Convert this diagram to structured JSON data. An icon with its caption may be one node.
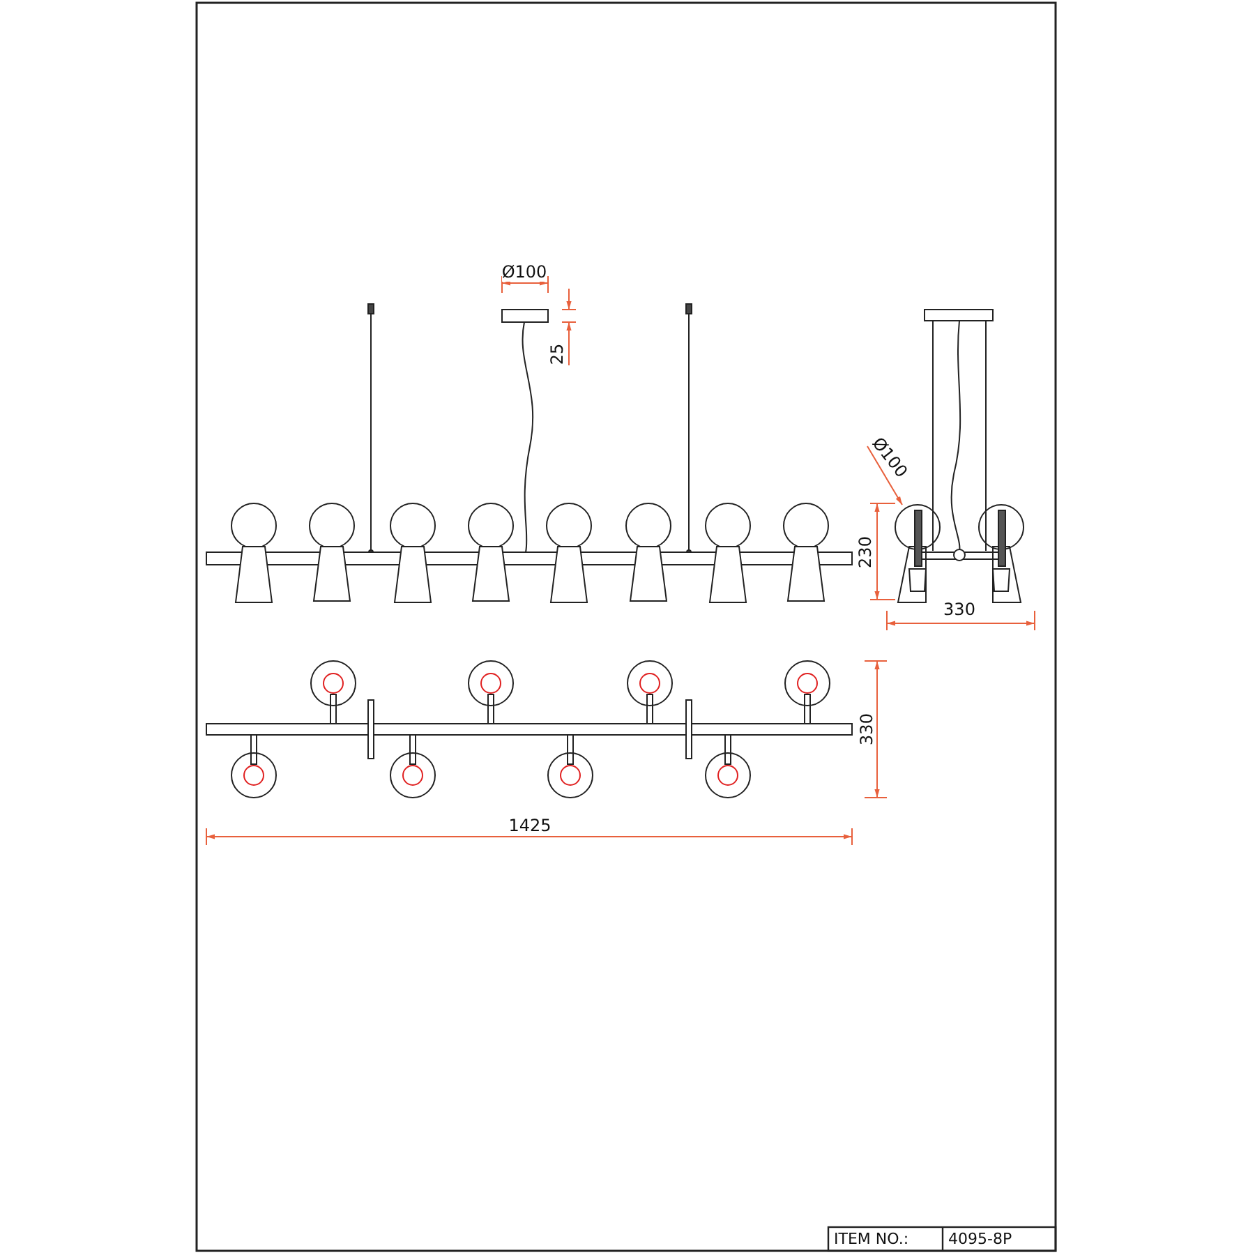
{
  "diagram": {
    "labels": [
      "Ø100",
      "25",
      "Ø100",
      "230",
      "330",
      "330",
      "1425",
      "ITEM NO.:",
      "4095-8P"
    ]
  }
}
